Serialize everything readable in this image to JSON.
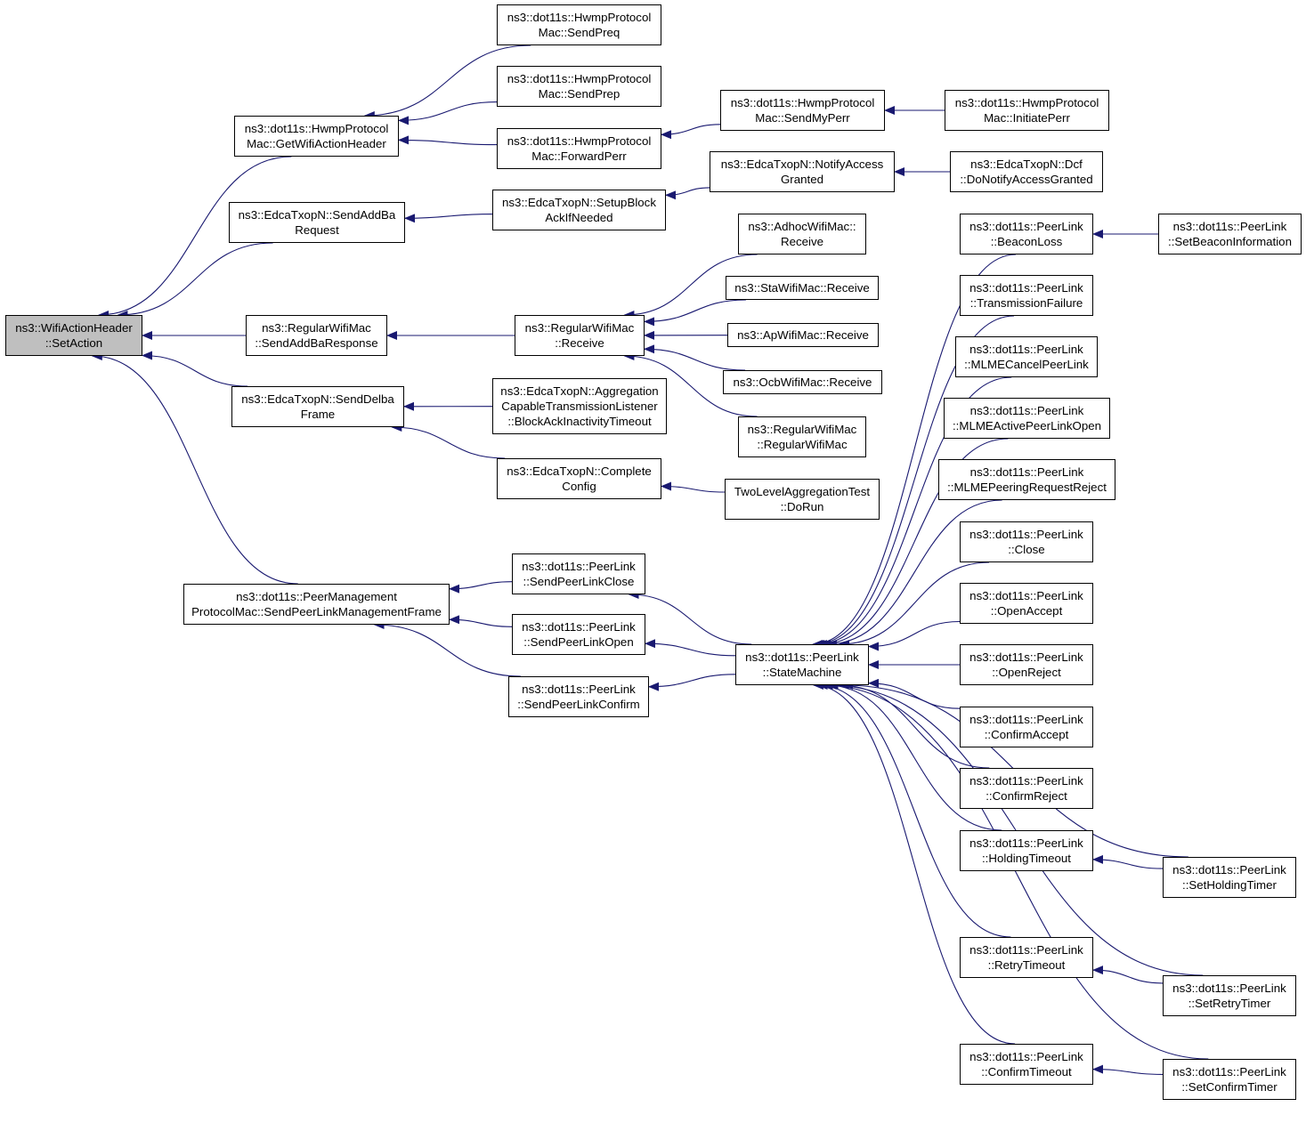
{
  "style": {
    "edge_color": "#191970",
    "root_fill": "#bfbfbf",
    "node_fill": "#ffffff",
    "node_border": "#000000"
  },
  "nodes": {
    "setaction": {
      "lines": [
        "ns3::WifiActionHeader",
        "::SetAction"
      ],
      "root": true
    },
    "getwifiactionheader": {
      "lines": [
        "ns3::dot11s::HwmpProtocol",
        "Mac::GetWifiActionHeader"
      ]
    },
    "sendpreq": {
      "lines": [
        "ns3::dot11s::HwmpProtocol",
        "Mac::SendPreq"
      ]
    },
    "sendprep": {
      "lines": [
        "ns3::dot11s::HwmpProtocol",
        "Mac::SendPrep"
      ]
    },
    "forwardperr": {
      "lines": [
        "ns3::dot11s::HwmpProtocol",
        "Mac::ForwardPerr"
      ]
    },
    "sendmyperr": {
      "lines": [
        "ns3::dot11s::HwmpProtocol",
        "Mac::SendMyPerr"
      ]
    },
    "initiateperr": {
      "lines": [
        "ns3::dot11s::HwmpProtocol",
        "Mac::InitiatePerr"
      ]
    },
    "sendaddbarequest": {
      "lines": [
        "ns3::EdcaTxopN::SendAddBa",
        "Request"
      ]
    },
    "setupblockack": {
      "lines": [
        "ns3::EdcaTxopN::SetupBlock",
        "AckIfNeeded"
      ]
    },
    "notifyaccessgranted": {
      "lines": [
        "ns3::EdcaTxopN::NotifyAccess",
        "Granted"
      ]
    },
    "donotifyaccessgranted": {
      "lines": [
        "ns3::EdcaTxopN::Dcf",
        "::DoNotifyAccessGranted"
      ]
    },
    "sendaddbaresponse": {
      "lines": [
        "ns3::RegularWifiMac",
        "::SendAddBaResponse"
      ]
    },
    "regularreceive": {
      "lines": [
        "ns3::RegularWifiMac",
        "::Receive"
      ]
    },
    "adhocreceive": {
      "lines": [
        "ns3::AdhocWifiMac::",
        "Receive"
      ]
    },
    "stareceive": {
      "lines": [
        "ns3::StaWifiMac::Receive"
      ]
    },
    "apreceive": {
      "lines": [
        "ns3::ApWifiMac::Receive"
      ]
    },
    "ocbreceive": {
      "lines": [
        "ns3::OcbWifiMac::Receive"
      ]
    },
    "regularctor": {
      "lines": [
        "ns3::RegularWifiMac",
        "::RegularWifiMac"
      ]
    },
    "senddelbaframe": {
      "lines": [
        "ns3::EdcaTxopN::SendDelba",
        "Frame"
      ]
    },
    "blockackinactivity": {
      "lines": [
        "ns3::EdcaTxopN::Aggregation",
        "CapableTransmissionListener",
        "::BlockAckInactivityTimeout"
      ]
    },
    "completeconfig": {
      "lines": [
        "ns3::EdcaTxopN::Complete",
        "Config"
      ]
    },
    "twolevelaggregation": {
      "lines": [
        "TwoLevelAggregationTest",
        "::DoRun"
      ]
    },
    "sendpeerlinkmgmt": {
      "lines": [
        "ns3::dot11s::PeerManagement",
        "ProtocolMac::SendPeerLinkManagementFrame"
      ]
    },
    "sendpeerlinkclose": {
      "lines": [
        "ns3::dot11s::PeerLink",
        "::SendPeerLinkClose"
      ]
    },
    "sendpeerlinkopen": {
      "lines": [
        "ns3::dot11s::PeerLink",
        "::SendPeerLinkOpen"
      ]
    },
    "sendpeerlinkconfirm": {
      "lines": [
        "ns3::dot11s::PeerLink",
        "::SendPeerLinkConfirm"
      ]
    },
    "statemachine": {
      "lines": [
        "ns3::dot11s::PeerLink",
        "::StateMachine"
      ]
    },
    "beaconloss": {
      "lines": [
        "ns3::dot11s::PeerLink",
        "::BeaconLoss"
      ]
    },
    "setbeaconinfo": {
      "lines": [
        "ns3::dot11s::PeerLink",
        "::SetBeaconInformation"
      ]
    },
    "transmissionfailure": {
      "lines": [
        "ns3::dot11s::PeerLink",
        "::TransmissionFailure"
      ]
    },
    "mlmecancel": {
      "lines": [
        "ns3::dot11s::PeerLink",
        "::MLMECancelPeerLink"
      ]
    },
    "mlmeactiveopen": {
      "lines": [
        "ns3::dot11s::PeerLink",
        "::MLMEActivePeerLinkOpen"
      ]
    },
    "mlmepeeringreject": {
      "lines": [
        "ns3::dot11s::PeerLink",
        "::MLMEPeeringRequestReject"
      ]
    },
    "close": {
      "lines": [
        "ns3::dot11s::PeerLink",
        "::Close"
      ]
    },
    "openaccept": {
      "lines": [
        "ns3::dot11s::PeerLink",
        "::OpenAccept"
      ]
    },
    "openreject": {
      "lines": [
        "ns3::dot11s::PeerLink",
        "::OpenReject"
      ]
    },
    "confirmaccept": {
      "lines": [
        "ns3::dot11s::PeerLink",
        "::ConfirmAccept"
      ]
    },
    "confirmreject": {
      "lines": [
        "ns3::dot11s::PeerLink",
        "::ConfirmReject"
      ]
    },
    "holdingtimeout": {
      "lines": [
        "ns3::dot11s::PeerLink",
        "::HoldingTimeout"
      ]
    },
    "setholdingtimer": {
      "lines": [
        "ns3::dot11s::PeerLink",
        "::SetHoldingTimer"
      ]
    },
    "retrytimeout": {
      "lines": [
        "ns3::dot11s::PeerLink",
        "::RetryTimeout"
      ]
    },
    "setretrytimer": {
      "lines": [
        "ns3::dot11s::PeerLink",
        "::SetRetryTimer"
      ]
    },
    "confirmtimeout": {
      "lines": [
        "ns3::dot11s::PeerLink",
        "::ConfirmTimeout"
      ]
    },
    "setconfirmtimer": {
      "lines": [
        "ns3::dot11s::PeerLink",
        "::SetConfirmTimer"
      ]
    }
  },
  "edges": [
    {
      "from": "getwifiactionheader",
      "to": "setaction"
    },
    {
      "from": "sendaddbarequest",
      "to": "setaction"
    },
    {
      "from": "sendaddbaresponse",
      "to": "setaction"
    },
    {
      "from": "senddelbaframe",
      "to": "setaction"
    },
    {
      "from": "sendpeerlinkmgmt",
      "to": "setaction"
    },
    {
      "from": "sendpreq",
      "to": "getwifiactionheader"
    },
    {
      "from": "sendprep",
      "to": "getwifiactionheader"
    },
    {
      "from": "forwardperr",
      "to": "getwifiactionheader"
    },
    {
      "from": "sendmyperr",
      "to": "forwardperr"
    },
    {
      "from": "initiateperr",
      "to": "sendmyperr"
    },
    {
      "from": "setupblockack",
      "to": "sendaddbarequest"
    },
    {
      "from": "notifyaccessgranted",
      "to": "setupblockack"
    },
    {
      "from": "donotifyaccessgranted",
      "to": "notifyaccessgranted"
    },
    {
      "from": "regularreceive",
      "to": "sendaddbaresponse"
    },
    {
      "from": "adhocreceive",
      "to": "regularreceive"
    },
    {
      "from": "stareceive",
      "to": "regularreceive"
    },
    {
      "from": "apreceive",
      "to": "regularreceive"
    },
    {
      "from": "ocbreceive",
      "to": "regularreceive"
    },
    {
      "from": "regularctor",
      "to": "regularreceive"
    },
    {
      "from": "blockackinactivity",
      "to": "senddelbaframe"
    },
    {
      "from": "completeconfig",
      "to": "senddelbaframe"
    },
    {
      "from": "twolevelaggregation",
      "to": "completeconfig"
    },
    {
      "from": "sendpeerlinkclose",
      "to": "sendpeerlinkmgmt"
    },
    {
      "from": "sendpeerlinkopen",
      "to": "sendpeerlinkmgmt"
    },
    {
      "from": "sendpeerlinkconfirm",
      "to": "sendpeerlinkmgmt"
    },
    {
      "from": "statemachine",
      "to": "sendpeerlinkclose"
    },
    {
      "from": "statemachine",
      "to": "sendpeerlinkopen"
    },
    {
      "from": "statemachine",
      "to": "sendpeerlinkconfirm"
    },
    {
      "from": "beaconloss",
      "to": "statemachine"
    },
    {
      "from": "setbeaconinfo",
      "to": "beaconloss"
    },
    {
      "from": "transmissionfailure",
      "to": "statemachine"
    },
    {
      "from": "mlmecancel",
      "to": "statemachine"
    },
    {
      "from": "mlmeactiveopen",
      "to": "statemachine"
    },
    {
      "from": "mlmepeeringreject",
      "to": "statemachine"
    },
    {
      "from": "close",
      "to": "statemachine"
    },
    {
      "from": "openaccept",
      "to": "statemachine"
    },
    {
      "from": "openreject",
      "to": "statemachine"
    },
    {
      "from": "confirmaccept",
      "to": "statemachine"
    },
    {
      "from": "confirmreject",
      "to": "statemachine"
    },
    {
      "from": "holdingtimeout",
      "to": "statemachine"
    },
    {
      "from": "setholdingtimer",
      "to": "holdingtimeout"
    },
    {
      "from": "setholdingtimer",
      "to": "statemachine"
    },
    {
      "from": "retrytimeout",
      "to": "statemachine"
    },
    {
      "from": "setretrytimer",
      "to": "retrytimeout"
    },
    {
      "from": "setretrytimer",
      "to": "statemachine"
    },
    {
      "from": "confirmtimeout",
      "to": "statemachine"
    },
    {
      "from": "setconfirmtimer",
      "to": "confirmtimeout"
    },
    {
      "from": "setconfirmtimer",
      "to": "statemachine"
    }
  ]
}
